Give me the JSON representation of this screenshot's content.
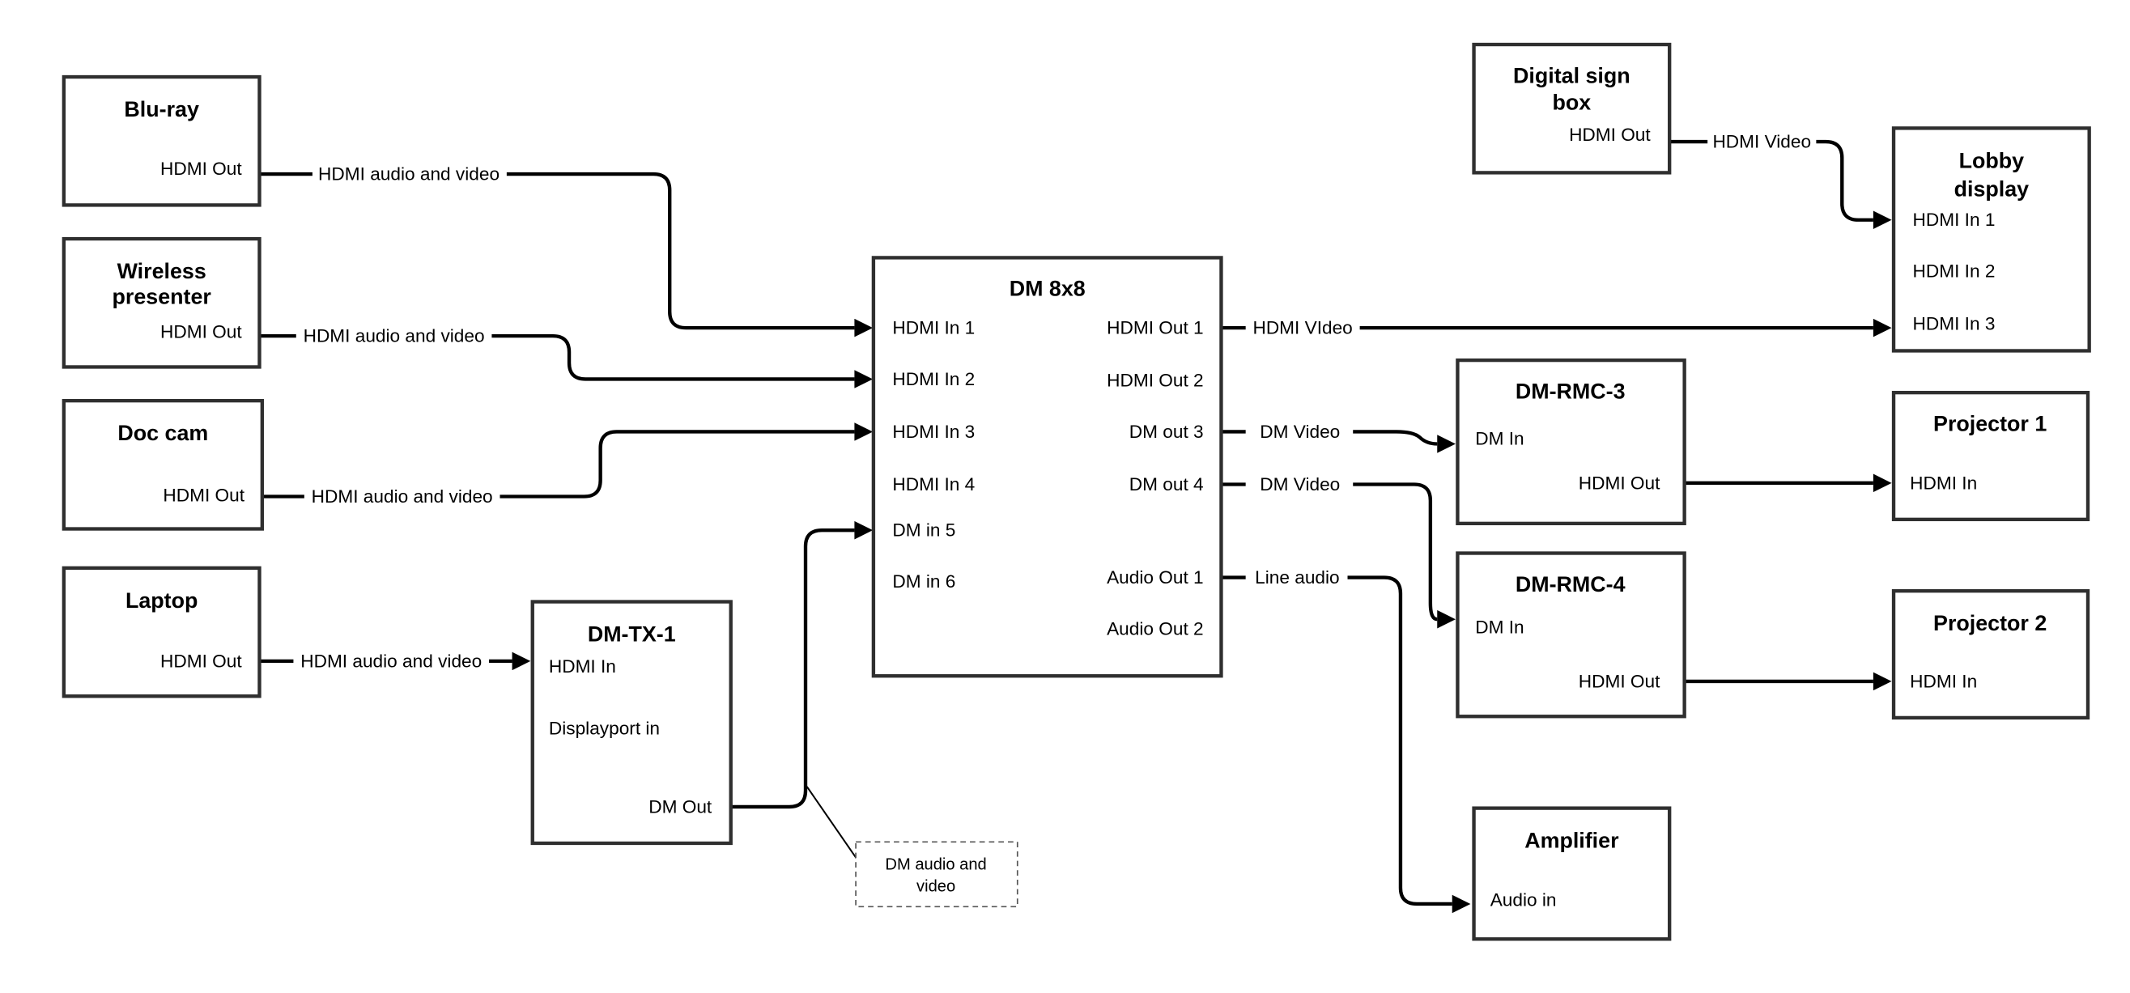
{
  "diagram": {
    "colors": {
      "line": "#000000",
      "box_border": "#2f2f2f",
      "background": "#ffffff"
    },
    "nodes": {
      "blu_ray": {
        "title": "Blu-ray",
        "port_hdmi_out": "HDMI Out"
      },
      "wireless_presenter": {
        "title_line1": "Wireless",
        "title_line2": "presenter",
        "port_hdmi_out": "HDMI Out"
      },
      "doc_cam": {
        "title": "Doc cam",
        "port_hdmi_out": "HDMI Out"
      },
      "laptop": {
        "title": "Laptop",
        "port_hdmi_out": "HDMI Out"
      },
      "dm_tx1": {
        "title": "DM-TX-1",
        "port_hdmi_in": "HDMI In",
        "port_displayport_in": "Displayport in",
        "port_dm_out": "DM Out"
      },
      "dm_8x8": {
        "title": "DM 8x8",
        "port_in1": "HDMI In 1",
        "port_in2": "HDMI In 2",
        "port_in3": "HDMI In 3",
        "port_in4": "HDMI In 4",
        "port_in5": "DM in 5",
        "port_in6": "DM in 6",
        "port_out1": "HDMI Out 1",
        "port_out2": "HDMI Out 2",
        "port_out3": "DM out 3",
        "port_out4": "DM out 4",
        "port_audio1": "Audio Out 1",
        "port_audio2": "Audio Out 2"
      },
      "digital_sign_box": {
        "title_line1": "Digital sign",
        "title_line2": "box",
        "port_hdmi_out": "HDMI Out"
      },
      "lobby_display": {
        "title_line1": "Lobby",
        "title_line2": "display",
        "port_in1": "HDMI In 1",
        "port_in2": "HDMI In 2",
        "port_in3": "HDMI In 3"
      },
      "dm_rmc3": {
        "title": "DM-RMC-3",
        "port_dm_in": "DM In",
        "port_hdmi_out": "HDMI Out"
      },
      "projector1": {
        "title": "Projector 1",
        "port_hdmi_in": "HDMI In"
      },
      "dm_rmc4": {
        "title": "DM-RMC-4",
        "port_dm_in": "DM In",
        "port_hdmi_out": "HDMI Out"
      },
      "projector2": {
        "title": "Projector 2",
        "port_hdmi_in": "HDMI In"
      },
      "amplifier": {
        "title": "Amplifier",
        "port_audio_in": "Audio in"
      }
    },
    "edge_labels": {
      "bluray_to_in1": "HDMI audio and video",
      "wireless_to_in2": "HDMI audio and video",
      "doccam_to_in3": "HDMI audio and video",
      "laptop_to_tx1": "HDMI audio and video",
      "out1_to_lobby": "HDMI VIdeo",
      "out3_to_rmc3": "DM Video",
      "out4_to_rmc4": "DM Video",
      "audio1_to_amp": "Line audio",
      "sign_to_lobby": "HDMI Video"
    },
    "callout": {
      "line1": "DM audio and",
      "line2": "video"
    }
  }
}
